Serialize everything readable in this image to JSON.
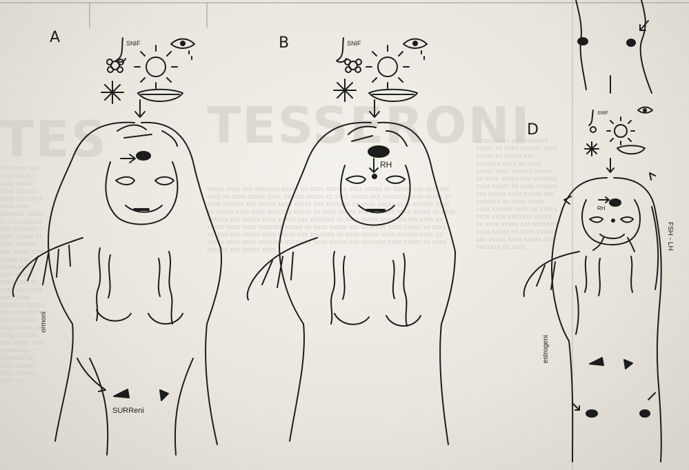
{
  "figure": {
    "panels": [
      {
        "id": "A",
        "letter": "A",
        "labels": [
          "SNIF",
          "ormoni",
          "SURReni"
        ]
      },
      {
        "id": "B",
        "letter": "B",
        "labels": [
          "SNIF",
          "RH"
        ]
      },
      {
        "id": "D",
        "letter": "D",
        "labels": [
          "SNIF",
          "RH",
          "estrogeni",
          "FSH - LH"
        ]
      }
    ]
  },
  "colors": {
    "paper": "#ece9e2",
    "ink": "#1c1c1c"
  }
}
